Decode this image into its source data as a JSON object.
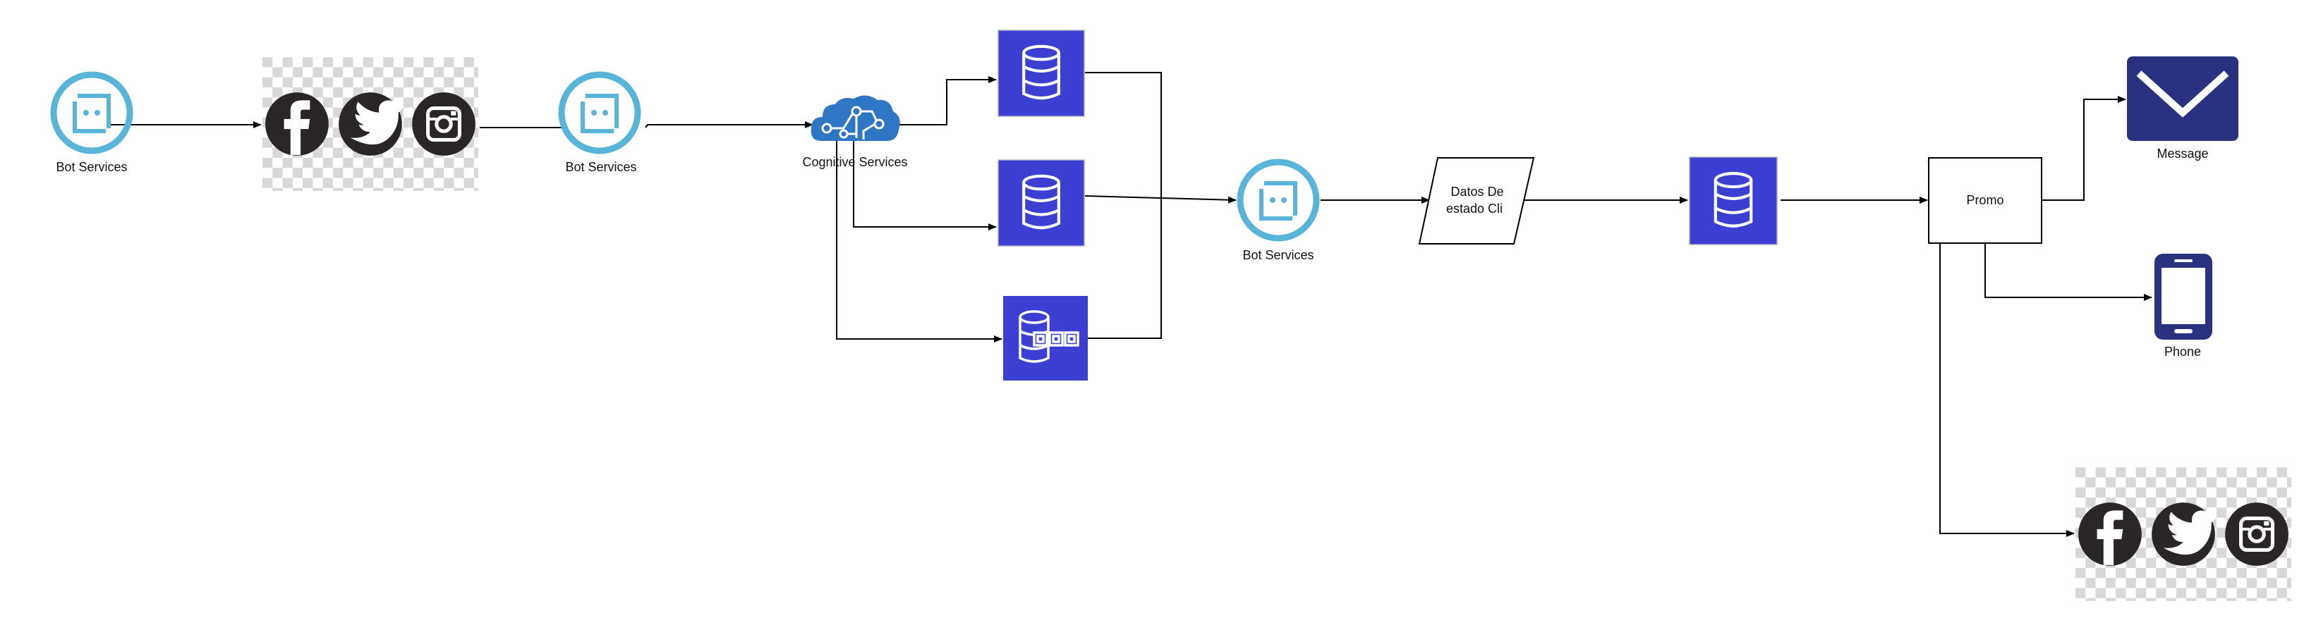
{
  "colors": {
    "bot_ring": "#59B4D9",
    "db_fill": "#3C3FD1",
    "navy": "#2A3280",
    "social_dark": "#2B2626",
    "line": "#000000"
  },
  "nodes": {
    "bot_1": {
      "label": "Bot Services",
      "icon": "bot-services-icon"
    },
    "social_1": {
      "icons": [
        "facebook-icon",
        "twitter-icon",
        "instagram-icon"
      ]
    },
    "bot_2": {
      "label": "Bot Services",
      "icon": "bot-services-icon"
    },
    "cognitive": {
      "label": "Cognitive Services",
      "icon": "brain-cloud-icon"
    },
    "db_1": {
      "icon": "database-icon"
    },
    "db_2": {
      "icon": "database-icon"
    },
    "db_3": {
      "icon": "database-tables-icon"
    },
    "bot_3": {
      "label": "Bot Services",
      "icon": "bot-services-icon"
    },
    "datos": {
      "label_line1": "Datos De",
      "label_line2": "estado Cli"
    },
    "db_4": {
      "icon": "database-icon"
    },
    "promo": {
      "label": "Promo"
    },
    "message": {
      "label": "Message",
      "icon": "envelope-icon"
    },
    "phone": {
      "label": "Phone",
      "icon": "phone-icon"
    },
    "social_2": {
      "icons": [
        "facebook-icon",
        "twitter-icon",
        "instagram-icon"
      ]
    }
  }
}
